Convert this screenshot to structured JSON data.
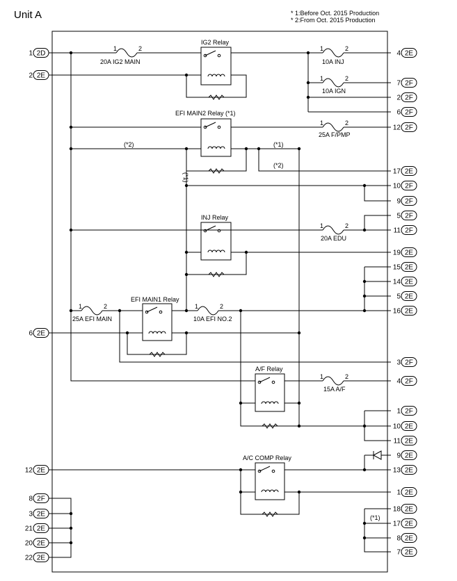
{
  "title": "Unit A",
  "notes": [
    "* 1:Before Oct. 2015 Production",
    "* 2:From Oct. 2015 Production"
  ],
  "relays": {
    "ig2": "IG2 Relay",
    "efi_main2": "EFI MAIN2 Relay (*1)",
    "inj": "INJ Relay",
    "efi_main1": "EFI MAIN1 Relay",
    "af": "A/F Relay",
    "ac_comp": "A/C COMP Relay"
  },
  "fuses": {
    "ig2_main": "20A IG2 MAIN",
    "inj": "10A INJ",
    "ign": "10A IGN",
    "fpmp": "25A F/PMP",
    "edu": "20A EDU",
    "efi_main": "25A EFI MAIN",
    "efi_no2": "10A EFI NO.2",
    "af": "15A A/F"
  },
  "fuse_pins": [
    "1",
    "2"
  ],
  "marks": {
    "star1": "(*1)",
    "star2": "(*2)"
  },
  "left_terminals": [
    {
      "pin": "1",
      "conn": "2D"
    },
    {
      "pin": "2",
      "conn": "2E"
    },
    {
      "pin": "6",
      "conn": "2E"
    },
    {
      "pin": "12",
      "conn": "2E"
    },
    {
      "pin": "8",
      "conn": "2F"
    },
    {
      "pin": "3",
      "conn": "2E"
    },
    {
      "pin": "21",
      "conn": "2E"
    },
    {
      "pin": "20",
      "conn": "2E"
    },
    {
      "pin": "22",
      "conn": "2E"
    }
  ],
  "right_terminals": [
    {
      "pin": "4",
      "conn": "2E"
    },
    {
      "pin": "7",
      "conn": "2F"
    },
    {
      "pin": "2",
      "conn": "2F"
    },
    {
      "pin": "6",
      "conn": "2F"
    },
    {
      "pin": "12",
      "conn": "2F"
    },
    {
      "pin": "17",
      "conn": "2E"
    },
    {
      "pin": "10",
      "conn": "2F"
    },
    {
      "pin": "9",
      "conn": "2F"
    },
    {
      "pin": "5",
      "conn": "2F"
    },
    {
      "pin": "11",
      "conn": "2F"
    },
    {
      "pin": "19",
      "conn": "2E"
    },
    {
      "pin": "15",
      "conn": "2E"
    },
    {
      "pin": "14",
      "conn": "2E"
    },
    {
      "pin": "5",
      "conn": "2E"
    },
    {
      "pin": "16",
      "conn": "2E"
    },
    {
      "pin": "3",
      "conn": "2F"
    },
    {
      "pin": "4",
      "conn": "2F"
    },
    {
      "pin": "1",
      "conn": "2F"
    },
    {
      "pin": "10",
      "conn": "2E"
    },
    {
      "pin": "11",
      "conn": "2E"
    },
    {
      "pin": "9",
      "conn": "2E"
    },
    {
      "pin": "13",
      "conn": "2E"
    },
    {
      "pin": "1",
      "conn": "2E"
    },
    {
      "pin": "18",
      "conn": "2E"
    },
    {
      "pin": "17",
      "conn": "2E"
    },
    {
      "pin": "8",
      "conn": "2E"
    },
    {
      "pin": "7",
      "conn": "2E"
    }
  ]
}
